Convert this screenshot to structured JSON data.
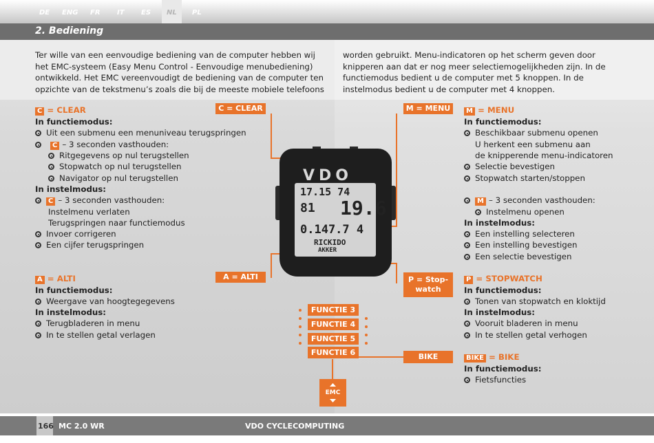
{
  "languages": [
    "DE",
    "ENG",
    "FR",
    "IT",
    "ES",
    "NL",
    "PL"
  ],
  "header": {
    "title": "2. Bediening"
  },
  "intro": {
    "left": [
      "Ter wille van een eenvoudige bediening van de computer hebben wij",
      "het EMC-systeem (Easy Menu Control - Eenvoudige menubediening)",
      "ontwikkeld. Het EMC vereenvoudigt de bediening van de computer ten",
      "opzichte van de tekstmenu’s zoals die bij de meeste mobiele telefoons"
    ],
    "right": [
      "worden gebruikt. Menu-indicatoren op het scherm geven door",
      "knipperen aan dat er nog meer selectiemogelijkheden zijn. In de",
      "functiemodus bedient u de computer met 5 knoppen. In de",
      "instelmodus bedient u de computer met 4 knoppen."
    ]
  },
  "clear": {
    "key": "C",
    "title": "= CLEAR",
    "func_head": "In functiemodus:",
    "b1": "Uit een submenu een menuniveau terugspringen",
    "b2_key": "C",
    "b2": "– 3 seconden vasthouden:",
    "s1": "Ritgegevens op nul terugstellen",
    "s2": "Stopwatch op nul terugstellen",
    "s3": "Navigator op nul terugstellen",
    "inst_head": "In instelmodus:",
    "b3_key": "C",
    "b3": "– 3 seconden vasthouden:",
    "b3a": "Instelmenu verlaten",
    "b3b": "Terugspringen naar functiemodus",
    "b4": "Invoer corrigeren",
    "b5": "Een cijfer terugspringen"
  },
  "alti": {
    "key": "A",
    "title": "= ALTI",
    "func_head": "In functiemodus:",
    "b1": "Weergave van hoogtegegevens",
    "inst_head": "In instelmodus:",
    "b2": "Terugbladeren in menu",
    "b3": "In te stellen getal verlagen"
  },
  "menu": {
    "key": "M",
    "title": "= MENU",
    "func_head": "In functiemodus:",
    "b1": "Beschikbaar submenu openen",
    "b1a": "U herkent een submenu aan",
    "b1b": "de knipperende menu-indicatoren",
    "b2": "Selectie bevestigen",
    "b3": "Stopwatch starten/stoppen",
    "b4_key": "M",
    "b4": "– 3 seconden vasthouden:",
    "s1": "Instelmenu openen",
    "inst_head": "In instelmodus:",
    "b5": "Een instelling selecteren",
    "b6": "Een instelling bevestigen",
    "b7": "Een selectie bevestigen"
  },
  "stopwatch": {
    "key": "P",
    "title": "= STOPWATCH",
    "func_head": "In functiemodus:",
    "b1": "Tonen van stopwatch en kloktijd",
    "inst_head": "In instelmodus:",
    "b2": "Vooruit bladeren in menu",
    "b3": "In te stellen getal verhogen"
  },
  "bike": {
    "key": "BIKE",
    "title": "= BIKE",
    "func_head": "In functiemodus:",
    "b1": "Fietsfuncties"
  },
  "tags": {
    "clear": "C = CLEAR",
    "menu": "M = MENU",
    "alti": "A = ALTI",
    "stop1": "P = Stop-",
    "stop2": "watch",
    "bike": "BIKE"
  },
  "device": {
    "brand": "VDO",
    "lcd1": "17.15 74",
    "lcd2": "81",
    "lcd3": "19.6",
    "lcd4": "0.147.7 4",
    "lcd5": "RICKIDO",
    "lcd6": "AKKER"
  },
  "functions": [
    "FUNCTIE 3",
    "FUNCTIE 4",
    "FUNCTIE 5",
    "FUNCTIE 6"
  ],
  "emc": "EMC",
  "footer": {
    "page": "166",
    "model": "MC 2.0 WR",
    "brand": "VDO CYCLECOMPUTING"
  },
  "colors": {
    "accent": "#e8732a",
    "header": "#6e6e6e"
  }
}
